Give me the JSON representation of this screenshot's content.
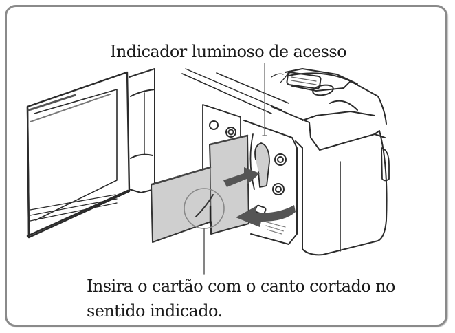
{
  "figure": {
    "title_label": "Indicador luminoso de acesso",
    "instruction_lines": [
      "Insira o cartão com o canto cortado no",
      "sentido indicado."
    ],
    "illustration": {
      "subject": "camcorder-memory-card-insertion",
      "parts": [
        "lcd-screen",
        "camcorder-body",
        "card-slot-cover",
        "memory-card",
        "access-lamp",
        "insert-arrow",
        "close-cover-arrow",
        "cut-corner-callout"
      ]
    },
    "colors": {
      "frame": "#8a8a8a",
      "line": "#2b2b2b",
      "card_fill": "#cfcfcf",
      "arrow": "#555555",
      "text": "#1a1a1a"
    }
  }
}
